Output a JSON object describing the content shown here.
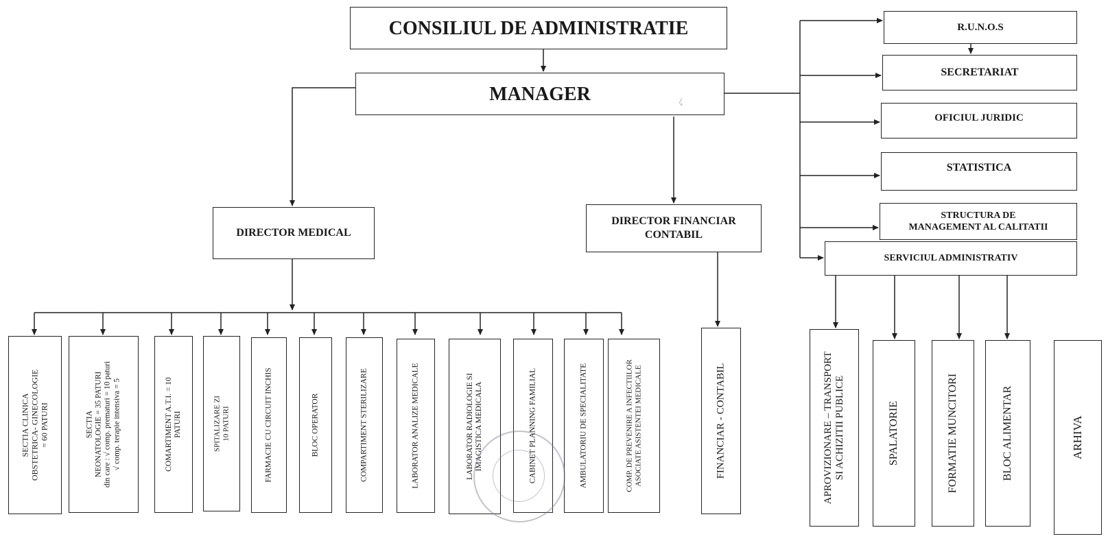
{
  "top": {
    "board": "CONSILIUL DE ADMINISTRATIE",
    "manager": "MANAGER",
    "margin_mark": "/̥"
  },
  "directors": {
    "medical": "DIRECTOR  MEDICAL",
    "financial": "DIRECTOR FINANCIAR\nCONTABIL"
  },
  "right_panel": {
    "runos": "R.U.N.O.S",
    "secretariat": "SECRETARIAT",
    "legal": "OFICIUL JURIDIC",
    "statistics": "STATISTICA",
    "quality": "STRUCTURA DE\nMANAGEMENT AL CALITATII",
    "administrative": "SERVICIUL  ADMINISTRATIV"
  },
  "medical_units": [
    "SECTIA CLINICA\nOBSTETRICA- GINECOLOGIE\n= 60  PATURI",
    "SECTIA\nNEONATOLOGIE  = 35 PATURI\ndin care :  √ comp. prematuri  = 10 paturi\n√ comp. terapie intensiva = 5",
    "COMARTIMENT A.T.I. = 10\nPATURI",
    "SPITALIZARE ZI\n10 PATURI",
    "FARMACIE CU CIRCUIT INCHIS",
    "BLOC OPERATOR",
    "COMPARTIMENT STERILIZARE",
    "LABORATOR ANALIZE MEDICALE",
    "LABORATOR RADIOLOGIE SI\nIMAGISTICA MEDICALA",
    "CABINET PLANNING FAMILIAL",
    "AMBULATORIU DE SPECIALITATE",
    "COMP. DE PREVENIRE A INFECTIILOR\nASOCIATE ASISTENTEI MEDICALE"
  ],
  "financial_units": [
    "FINANCIAR  - CONTABIL"
  ],
  "administrative_units": [
    "APROVIZIONARE – TRANSPORT\nSI ACHIZITII PUBLICE",
    "SPALATORIE",
    "FORMATIE MUNCITORI",
    "BLOC ALIMENTAR",
    "ARHIVA"
  ]
}
